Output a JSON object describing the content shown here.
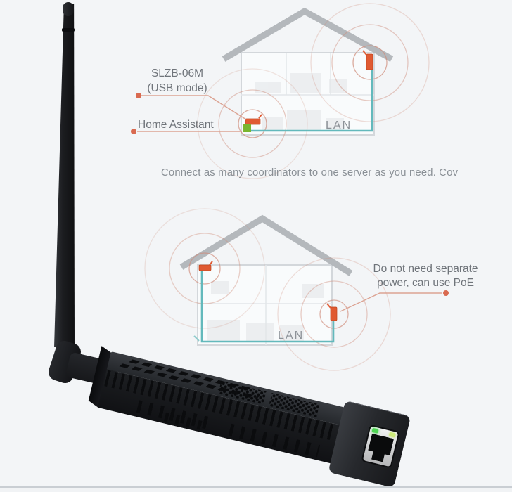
{
  "colors": {
    "background": "#f3f5f7",
    "coordinator_orange": "#e05a32",
    "home_assistant_green": "#79b52e",
    "lan_teal": "#63b9bc",
    "roof_gray": "#b4b8bc",
    "callout_dot_red": "#d96a50",
    "label_gray": "#6f747a"
  },
  "top_diagram": {
    "device_callout": {
      "line1": "SLZB-06M",
      "line2": "(USB mode)"
    },
    "server_callout": "Home Assistant",
    "lan_label": "LAN"
  },
  "caption": "Connect as many coordinators to one server as you need. Cov",
  "bottom_diagram": {
    "poe_callout": {
      "line1": "Do not need separate",
      "line2": "power, can use PoE"
    },
    "lan_label": "LAN"
  }
}
